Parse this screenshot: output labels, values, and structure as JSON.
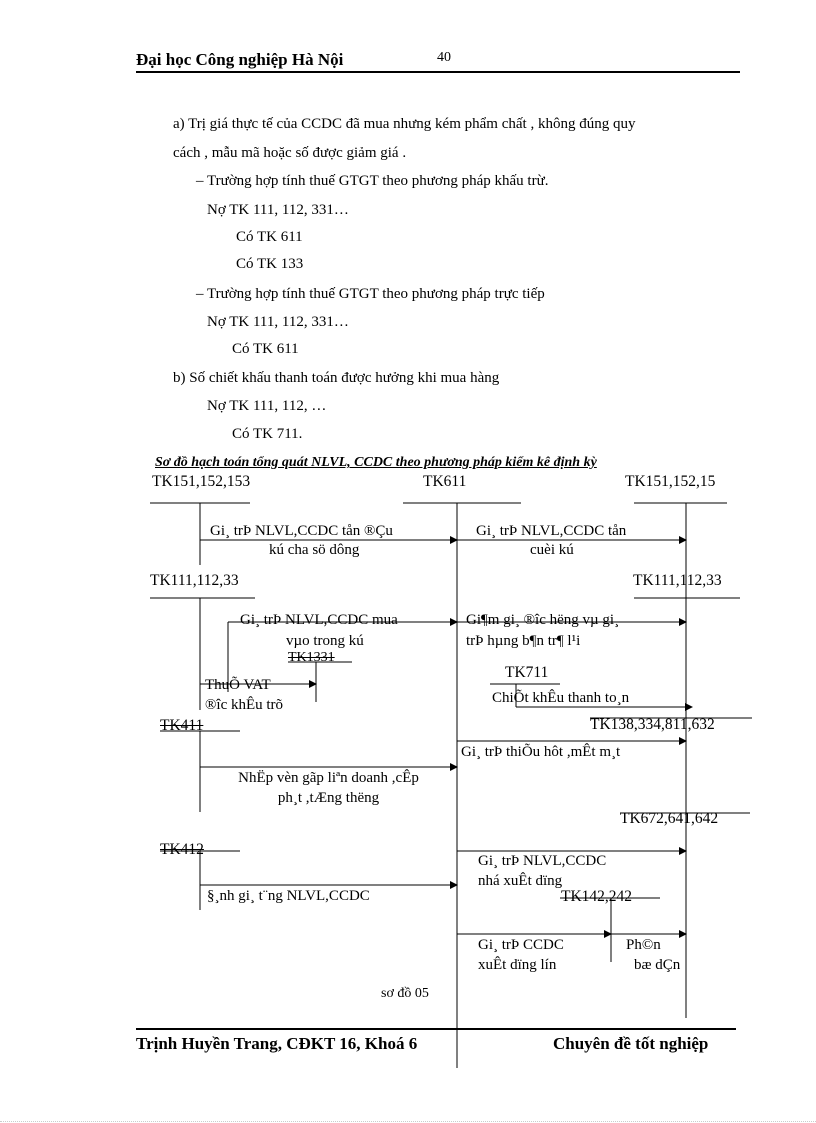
{
  "header": {
    "title": "Đại học Công nghiệp Hà Nội",
    "page_number": "40"
  },
  "body": {
    "line_a1": "a)  Trị giá thực tế của CCDC đã mua nhưng kém phẩm chất , không đúng quy",
    "line_a2": "cách , mẫu mã hoặc số được giảm giá .",
    "line_a3": "– Trường  hợp tính thuế GTGT  theo phương pháp khấu trừ.",
    "line_a4": "Nợ TK  111, 112, 331…",
    "line_a5": "Có TK 611",
    "line_a6": "Có TK 133",
    "line_a7": "– Trường  hợp tính thuế GTGT  theo phương  pháp  trực tiếp",
    "line_a8": "Nợ TK  111, 112, 331…",
    "line_a9": "Có TK 611",
    "line_b1": "b)  Số chiết khấu thanh toán được hưởng khi mua hàng",
    "line_b2": "Nợ TK  111, 112, …",
    "line_b3": "Có TK 711."
  },
  "diagram": {
    "title": "Sơ đồ hạch toán tổng quát NLVL, CCDC theo phương pháp kiểm kê định kỳ",
    "accounts": {
      "tk151_left": "TK151,152,153",
      "tk611": "TK611",
      "tk151_right": "TK151,152,15",
      "tk111_left": "TK111,112,33",
      "tk111_right": "TK111,112,33",
      "tk1331": "TK1331",
      "tk711": "TK711",
      "tk411": "TK411",
      "tk138": "TK138,334,811,632",
      "tk672": "TK672,641,642",
      "tk412": "TK412",
      "tk142": "TK142,242"
    },
    "labels": {
      "l1a": "Gi¸ trÞ NLVL,CCDC tån ®Çu",
      "l1b": "kú cha  sö dông",
      "r1a": "Gi¸ trÞ NLVL,CCDC tån",
      "r1b": "cuèi  kú",
      "l2a": "Gi¸ trÞ NLVL,CCDC mua",
      "l2b": "vµo trong kú",
      "r2a": "Gi¶m gi¸ ®îc hëng  vµ gi¸",
      "r2b": "trÞ hµng b¶n tr¶ l¹i",
      "tax_a": "ThuÕ VAT",
      "tax_b": "®îc  khÊu trõ",
      "r3": "ChiÕt khÊu thanh to¸n",
      "r4": "Gi¸ trÞ thiÕu hôt ,mÊt m¸t",
      "l4a": "NhËp vèn gãp liªn  doanh ,cÊp",
      "l4b": "ph¸t ,tÆng thëng",
      "r5a": "Gi¸ trÞ NLVL,CCDC",
      "r5b": "nhá xuÊt dïng",
      "l5": "§¸nh gi¸  t¨ng NLVL,CCDC",
      "r6a": "Gi¸ trÞ CCDC",
      "r6b": "xuÊt dïng lín",
      "r7a": "Ph©n",
      "r7b": "bæ dÇn"
    },
    "caption": "sơ đồ 05"
  },
  "footer": {
    "author": "Trịnh Huyền Trang, CĐKT 16, Khoá 6",
    "subject": "Chuyên đề tốt nghiệp"
  }
}
